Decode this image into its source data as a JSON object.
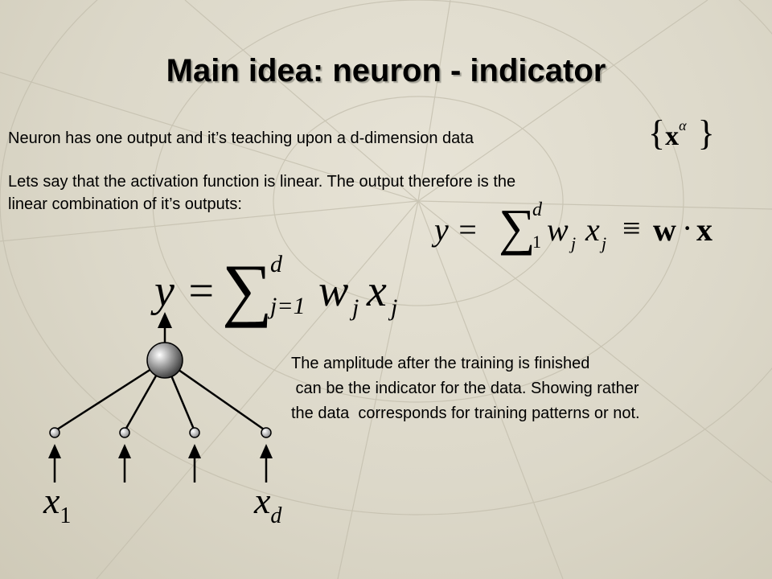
{
  "title": "Main idea: neuron - indicator",
  "line1": "Neuron has one output and it’s teaching upon a d-dimension data",
  "data_set": {
    "open": "{",
    "var": "x",
    "sup": "α",
    "close": "}"
  },
  "line2a": "Lets say that the activation function is linear.  The output therefore is the",
  "line2b": "linear combination of it’s outputs:",
  "eq_small": {
    "lhs": "y =",
    "sum": "∑",
    "upper": "d",
    "lower": "1",
    "w": "w",
    "w_sub": "j",
    "x": "x",
    "x_sub": "j",
    "equiv": "≡",
    "bold_w": "w",
    "dot": "·",
    "bold_x": "x"
  },
  "eq_big": {
    "lhs": "y =",
    "sum": "∑",
    "upper": "d",
    "lower": "j=1",
    "w": "w",
    "w_sub": "j",
    "x": "x",
    "x_sub": "j"
  },
  "para": [
    "The amplitude after the training is finished",
    " can be the indicator for the data. Showing rather",
    "the data  corresponds for training patterns or not."
  ],
  "inputs": {
    "first": "x",
    "first_sub": "1",
    "last": "x",
    "last_sub": "d"
  }
}
